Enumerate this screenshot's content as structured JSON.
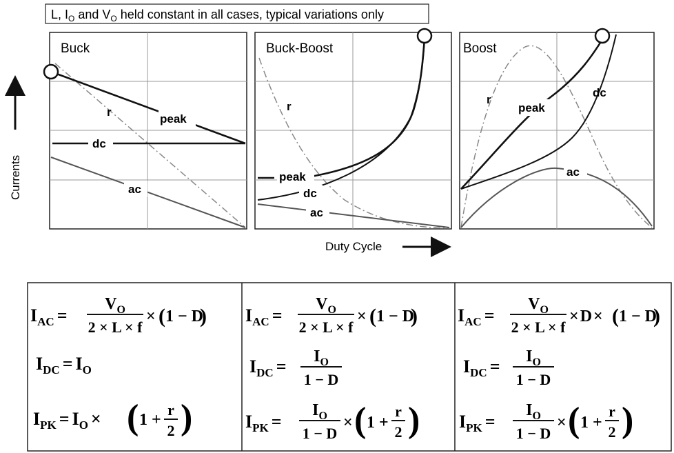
{
  "header_note": {
    "part1": "L, I",
    "sub1": "O",
    "part2": " and V",
    "sub2": "O",
    "part3": " held constant in all cases, typical variations only"
  },
  "axis": {
    "y_label": "Currents",
    "x_label": "Duty Cycle"
  },
  "panels": [
    {
      "title": "Buck",
      "labels": {
        "r": "r",
        "peak": "peak",
        "dc": "dc",
        "ac": "ac"
      }
    },
    {
      "title": "Buck-Boost",
      "labels": {
        "r": "r",
        "peak": "peak",
        "dc": "dc",
        "ac": "ac"
      }
    },
    {
      "title": "Boost",
      "labels": {
        "r": "r",
        "peak": "peak",
        "dc": "dc",
        "ac": "ac"
      }
    }
  ],
  "formulas": {
    "common": {
      "I": "I",
      "AC": "AC",
      "DC": "DC",
      "PK": "PK",
      "O": "O",
      "V": "V",
      "eq": "=",
      "times": "×",
      "denom": "2 × L × f",
      "one_minus_D": "1 − D",
      "one_plus": "1 +",
      "r": "r",
      "two": "2",
      "D": "D"
    }
  }
}
